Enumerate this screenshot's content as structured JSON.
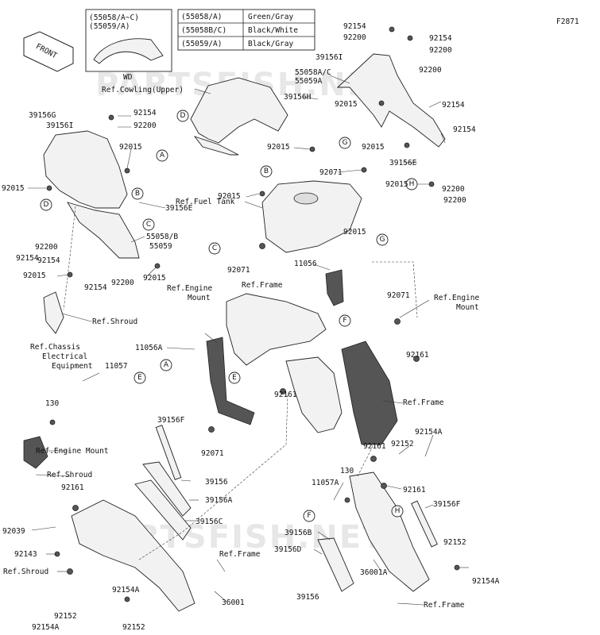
{
  "figure_id": "F2871",
  "front_arrow": "FRONT",
  "watermark": "PARTSFISH.NET",
  "color_table": [
    {
      "code": "(55058/A)",
      "color": "Green/Gray"
    },
    {
      "code": "(55058B/C)",
      "color": "Black/White"
    },
    {
      "code": "(55059/A)",
      "color": "Black/Gray"
    }
  ],
  "inset": {
    "code_line1": "(55058/A~C)",
    "code_line2": "(55059/A)",
    "caption": "WD"
  },
  "callouts": [
    "A",
    "B",
    "C",
    "D",
    "E",
    "F",
    "G",
    "H"
  ],
  "labels": {
    "l1": "39156G",
    "l2": "39156I",
    "l3": "92154",
    "l4": "92200",
    "l5": "92015",
    "l6": "92015",
    "l7": "39156E",
    "l8": "55058/B",
    "l9": "55059",
    "l10": "92200",
    "l11": "92154",
    "l12": "92015",
    "l13": "92154",
    "l14": "92200",
    "l15": "92015",
    "l16": "Ref.Shroud",
    "l17": "Ref.Cowling(Upper)",
    "l18": "92015",
    "l19": "92015",
    "l20": "92071",
    "l21": "Ref.Fuel Tank",
    "l22": "92071",
    "l23": "92154",
    "l24": "92200",
    "l25": "92154",
    "l26": "39156I",
    "l27": "92200",
    "l28": "55058A/C",
    "l29": "55059A",
    "l30": "39156H",
    "l31": "92200",
    "l32": "92015",
    "l33": "92154",
    "l34": "92015",
    "l35": "92154",
    "l36": "39156E",
    "l37": "92015",
    "l38": "92200",
    "l39": "92015",
    "l40": "11056",
    "l41": "Ref.Frame",
    "l42": "Ref.Engine",
    "l43": "Mount",
    "l44": "11056A",
    "l45": "92071",
    "l46": "Ref.Engine",
    "l47": "Mount",
    "l48": "92161",
    "l49": "Ref.Frame",
    "l50": "Ref.Chassis",
    "l51": "Electrical",
    "l52": "Equipment",
    "l53": "11057",
    "l54": "130",
    "l55": "92161",
    "l56": "39156F",
    "l57": "92071",
    "l58": "Ref.Engine Mount",
    "l59": "Ref.Shroud",
    "l60": "92161",
    "l61": "39156",
    "l62": "39156A",
    "l63": "39156C",
    "l64": "92039",
    "l65": "92143",
    "l66": "Ref.Shroud",
    "l67": "Ref.Frame",
    "l68": "92154A",
    "l69": "36001",
    "l70": "92152",
    "l71": "92152",
    "l72": "92154A",
    "l73": "92161",
    "l74": "92152",
    "l75": "92154A",
    "l76": "130",
    "l77": "11057A",
    "l78": "92161",
    "l79": "39156F",
    "l80": "39156B",
    "l81": "39156D",
    "l82": "92152",
    "l83": "36001A",
    "l84": "39156",
    "l85": "92154A",
    "l86": "Ref.Frame",
    "l87": "92154",
    "l88": "92200"
  }
}
